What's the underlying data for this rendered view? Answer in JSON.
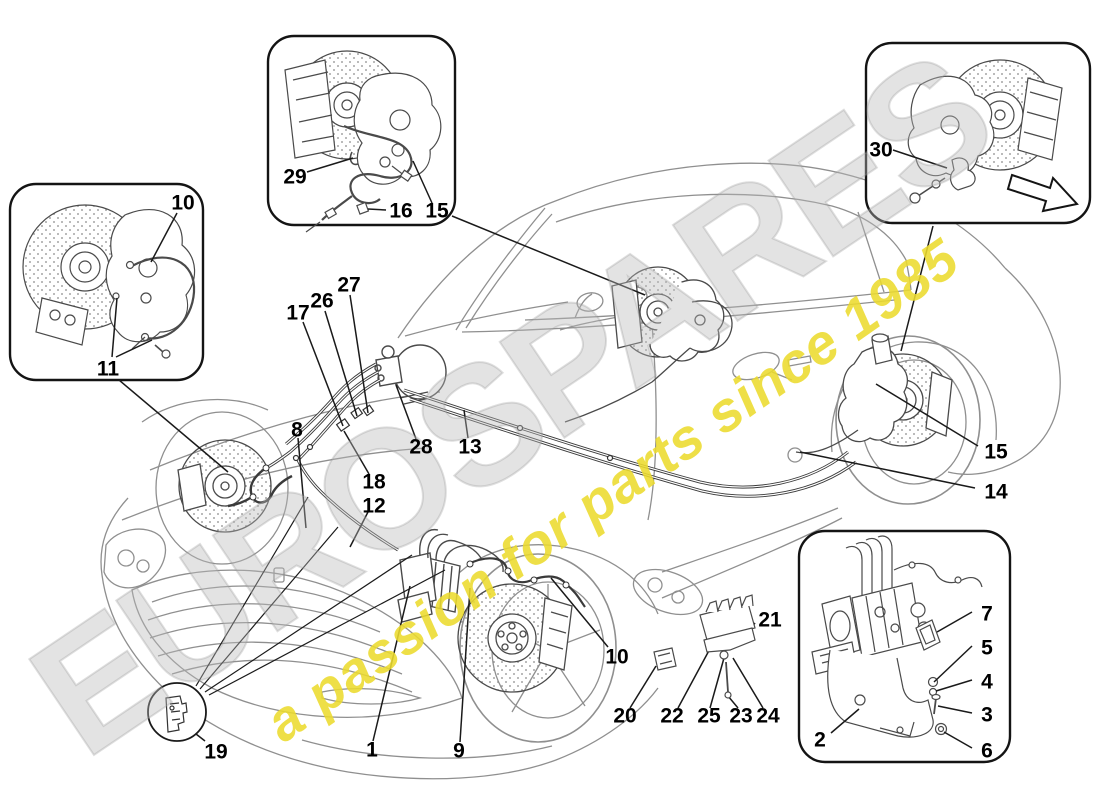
{
  "watermark": {
    "brand": "EUROSPARES",
    "tagline": "a passion for parts since 1985",
    "brand_color": "rgba(185,185,185,0.40)",
    "tagline_color": "rgba(236,219,45,0.88)"
  },
  "icons": {
    "direction_arrow": "block-arrow-pointing-down-right",
    "detail_magnifier": "detail-circle"
  },
  "colors": {
    "box_border": "#141414",
    "leader_line": "#1a1a1a",
    "car_line": "#8f8f8f",
    "pipe_line": "#3a3a3a"
  },
  "callouts": {
    "c1": "1",
    "c2": "2",
    "c3": "3",
    "c4": "4",
    "c5": "5",
    "c6": "6",
    "c7": "7",
    "c8": "8",
    "c9": "9",
    "c10a": "10",
    "c10b": "10",
    "c11": "11",
    "c12": "12",
    "c13": "13",
    "c14": "14",
    "c15a": "15",
    "c15b": "15",
    "c16": "16",
    "c17": "17",
    "c18": "18",
    "c19": "19",
    "c20": "20",
    "c21": "21",
    "c22": "22",
    "c23": "23",
    "c24": "24",
    "c25": "25",
    "c26": "26",
    "c27": "27",
    "c28": "28",
    "c29": "29",
    "c30": "30"
  }
}
